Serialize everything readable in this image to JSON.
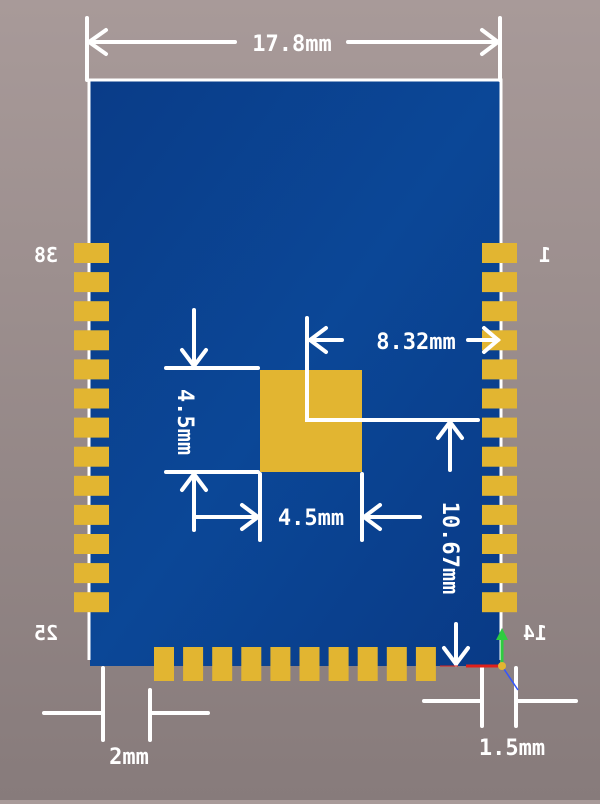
{
  "dimensions": {
    "width": "17.8mm",
    "pad_offset": "8.32mm",
    "thermal_pad_height": "4.5mm",
    "thermal_pad_width": "4.5mm",
    "pad_vertical_offset": "10.67mm",
    "left_bottom_margin": "2mm",
    "right_bottom_margin": "1.5mm"
  },
  "pin_labels": {
    "pin_1": "1",
    "pin_14": "14",
    "pin_25": "25",
    "pin_38": "38"
  },
  "pads": {
    "left_column_count": 13,
    "right_column_count": 13,
    "bottom_row_count": 10
  },
  "colors": {
    "board": "#0a3e8c",
    "pad": "#e2b531",
    "outline": "#ffffff",
    "background": "#a0928f"
  }
}
